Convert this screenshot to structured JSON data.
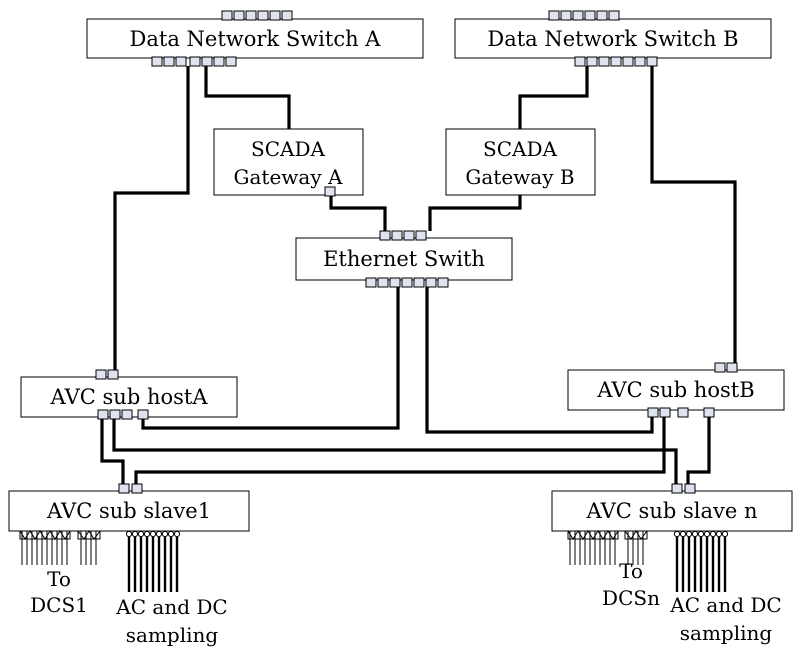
{
  "nodes": {
    "switch_a": "Data Network Switch A",
    "switch_b": "Data Network Switch B",
    "gateway_a_line1": "SCADA",
    "gateway_a_line2": "Gateway A",
    "gateway_b_line1": "SCADA",
    "gateway_b_line2": "Gateway B",
    "ethernet_switch": "Ethernet Swith",
    "host_a": "AVC sub hostA",
    "host_b": "AVC sub hostB",
    "slave_1": "AVC sub slave1",
    "slave_n": "AVC sub slave n"
  },
  "outputs": {
    "dcs1_line1": "To",
    "dcs1_line2": "DCS1",
    "sampling1_line1": "AC and DC",
    "sampling1_line2": "sampling",
    "dcsn_line1": "To",
    "dcsn_line2": "DCSn",
    "samplingn_line1": "AC and DC",
    "samplingn_line2": "sampling"
  }
}
